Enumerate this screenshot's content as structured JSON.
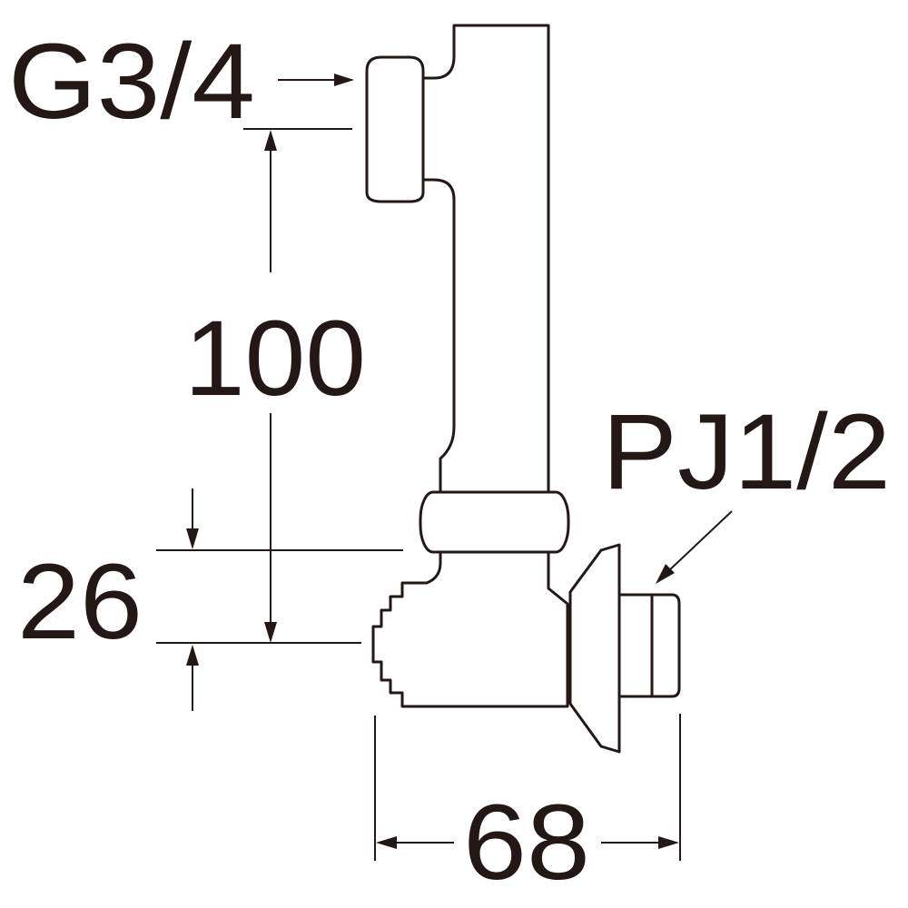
{
  "labels": {
    "inlet_thread": "G3/4",
    "outlet_thread": "PJ1/2",
    "height_dimension": "100",
    "offset_dimension": "26",
    "width_dimension": "68"
  },
  "colors": {
    "line": "#231815",
    "background": "#ffffff"
  }
}
